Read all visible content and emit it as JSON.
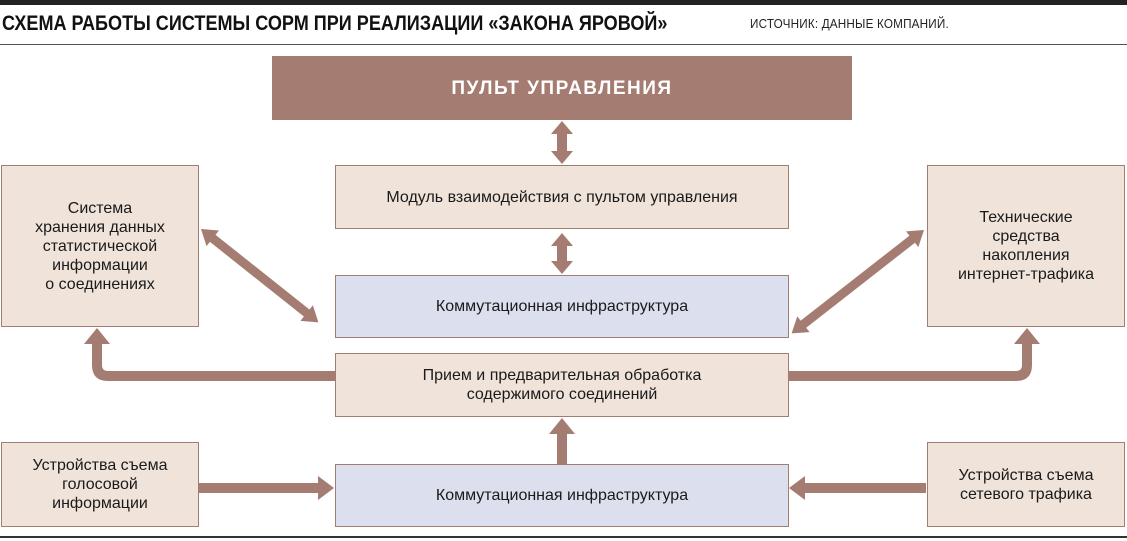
{
  "header": {
    "title": "СХЕМА РАБОТЫ СИСТЕМЫ СОРМ ПРИ РЕАЛИЗАЦИИ «ЗАКОНА ЯРОВОЙ»",
    "source": "ИСТОЧНИК: ДАННЫЕ КОМПАНИЙ."
  },
  "diagram": {
    "control_panel": "ПУЛЬТ УПРАВЛЕНИЯ",
    "interaction_module": "Модуль взаимодействия с пультом управления",
    "switching_infra_top": "Коммутационная инфраструктура",
    "preprocessing": "Прием и предварительная обработка\nсодержимого соединений",
    "switching_infra_bottom": "Коммутационная инфраструктура",
    "storage_system": "Система\nхранения данных\nстатистической\nинформации\nо соединениях",
    "traffic_accumulation": "Технические\nсредства\nнакопления\nинтернет-трафика",
    "voice_capture": "Устройства съема\nголосовой\nинформации",
    "network_capture": "Устройства съема\nсетевого трафика"
  },
  "colors": {
    "accent": "#a57c71",
    "box_beige": "#efe3da",
    "box_blue": "#dcdfee"
  }
}
